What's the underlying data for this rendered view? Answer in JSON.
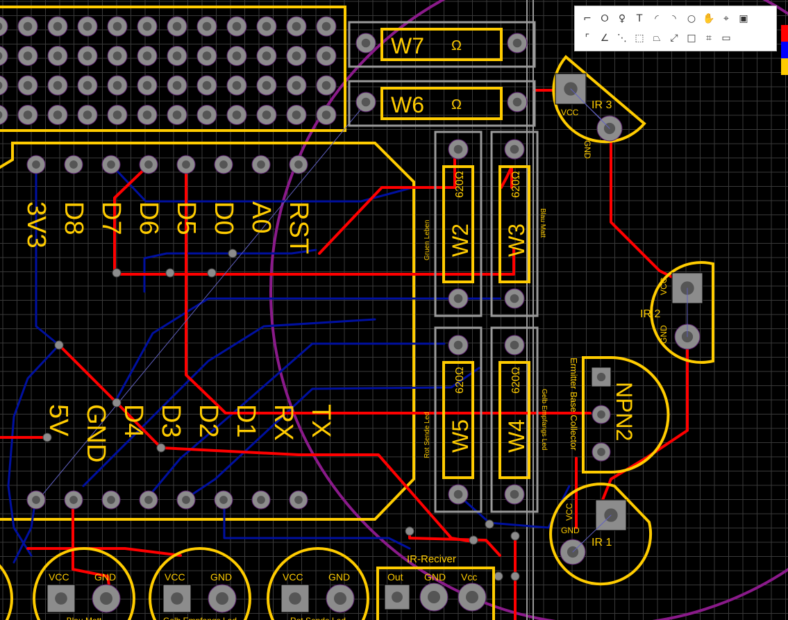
{
  "colors": {
    "background": "#000000",
    "grid": "#3a3a3a",
    "pad_fill": "#8c8c8c",
    "pad_ring": "#5a1e6e",
    "silkscreen": "#ffcc00",
    "top_trace": "#ff0000",
    "bottom_trace": "#0010a0",
    "board_outline": "#8a1a8a",
    "component_box": "#9a9a9a",
    "airwire": "#6060c0",
    "swatch_red": "#ff0000",
    "swatch_blue": "#0000ff",
    "swatch_yellow": "#ffcc00"
  },
  "board": {
    "mcu_labels_top": [
      "3V3",
      "D8",
      "D7",
      "D6",
      "D5",
      "D0",
      "A0",
      "RST"
    ],
    "mcu_labels_bottom": [
      "5V",
      "GND",
      "D4",
      "D3",
      "D2",
      "D1",
      "RX",
      "TX"
    ],
    "resistors": [
      {
        "ref": "W7",
        "value": "Ω"
      },
      {
        "ref": "W6",
        "value": "Ω"
      },
      {
        "ref": "W2",
        "value": "620Ω",
        "net": "Gruen Leben"
      },
      {
        "ref": "W3",
        "value": "620Ω",
        "net": "Blau Matt"
      },
      {
        "ref": "W5",
        "value": "620Ω",
        "net": "Rot Sende Led"
      },
      {
        "ref": "W4",
        "value": "620Ω",
        "net": "Gelb Empfangs Led"
      }
    ],
    "ir_sensors": [
      {
        "ref": "IR 3",
        "vcc": "VCC",
        "gnd": "GND"
      },
      {
        "ref": "IR 2",
        "vcc": "VCC",
        "gnd": "GND"
      },
      {
        "ref": "IR 1",
        "vcc": "VCC",
        "gnd": "GND"
      }
    ],
    "transistor": {
      "ref": "NPN2",
      "pins": "Ermitter Base Collector"
    },
    "receiver": {
      "title": "IR-Reciver",
      "pins": [
        "Out",
        "GND",
        "Vcc"
      ]
    },
    "leds": [
      {
        "vcc": "VCC",
        "gnd": "GND",
        "name": "Blau Matt"
      },
      {
        "vcc": "VCC",
        "gnd": "GND",
        "name": "Gelb Empfangs Led"
      },
      {
        "vcc": "VCC",
        "gnd": "GND",
        "name": "Rot Sende Led"
      }
    ]
  },
  "toolbar": {
    "row1": [
      "route-track-icon",
      "via-icon",
      "pad-icon",
      "text-icon",
      "arc-icon",
      "arc-cw-icon",
      "circle-icon",
      "pan-hand-icon",
      "move-icon",
      "image-icon"
    ],
    "row2": [
      "wire-icon",
      "angle-icon",
      "airwire-icon",
      "dashed-rect-icon",
      "polygon-icon",
      "ruler-icon",
      "rectangle-icon",
      "select-region-icon",
      "canvas-icon"
    ]
  }
}
